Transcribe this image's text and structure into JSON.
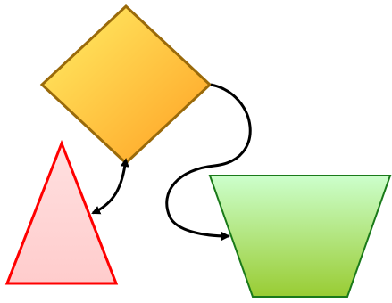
{
  "diagram": {
    "nodes": [
      {
        "id": "diamond",
        "shape": "diamond",
        "fill_top": "#ffef66",
        "fill_bottom": "#ff9f22",
        "stroke": "#9a6a0a"
      },
      {
        "id": "triangle",
        "shape": "triangle",
        "fill_top": "#ffe0e0",
        "fill_bottom": "#ffcccc",
        "stroke": "#ff0000"
      },
      {
        "id": "trapezoid",
        "shape": "inverted-trapezoid",
        "fill_top": "#ccffcc",
        "fill_bottom": "#99cc33",
        "stroke": "#1a7a1a"
      }
    ],
    "edges": [
      {
        "from": "diamond",
        "to": "triangle",
        "style": "bidirectional-arrow",
        "color": "#000000"
      },
      {
        "from": "diamond",
        "to": "trapezoid",
        "style": "curved-arrow",
        "color": "#000000"
      }
    ]
  }
}
